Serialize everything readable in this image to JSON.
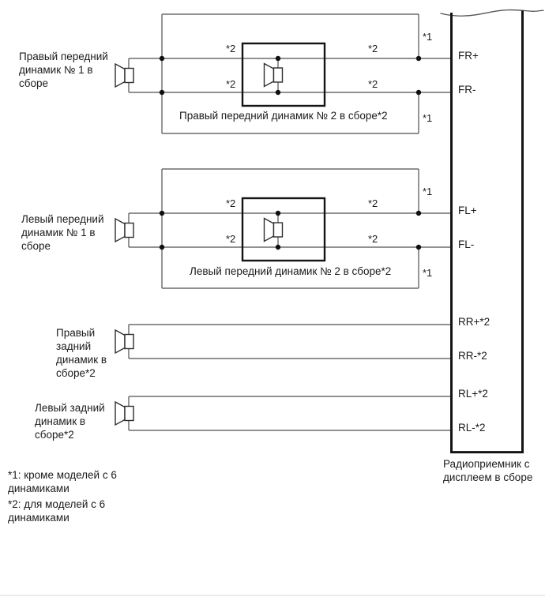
{
  "speakers": {
    "front_right_1": "Правый передний\nдинамик № 1 в\nсборе",
    "front_right_2": "Правый передний динамик № 2 в сборе*2",
    "front_left_1": "Левый передний\nдинамик № 1 в\nсборе",
    "front_left_2": "Левый передний динамик № 2 в сборе*2",
    "rear_right": "Правый\nзадний\nдинамик в\nсборе*2",
    "rear_left": "Левый задний\nдинамик в\nсборе*2"
  },
  "radio": {
    "name": "Радиоприемник с\nдисплеем в сборе",
    "ports": [
      "FR+",
      "FR-",
      "FL+",
      "FL-",
      "RR+*2",
      "RR-*2",
      "RL+*2",
      "RL-*2"
    ]
  },
  "symbols": {
    "star1": "*1",
    "star2": "*2"
  },
  "footnotes": {
    "note1": "*1: кроме моделей с 6\nдинамиками",
    "note2": "*2: для моделей с 6\nдинамиками"
  },
  "colors": {
    "thin_line": "#4f4f4f",
    "bold_line": "#141414",
    "text": "#1b1b1b",
    "background": "#ffffff"
  }
}
